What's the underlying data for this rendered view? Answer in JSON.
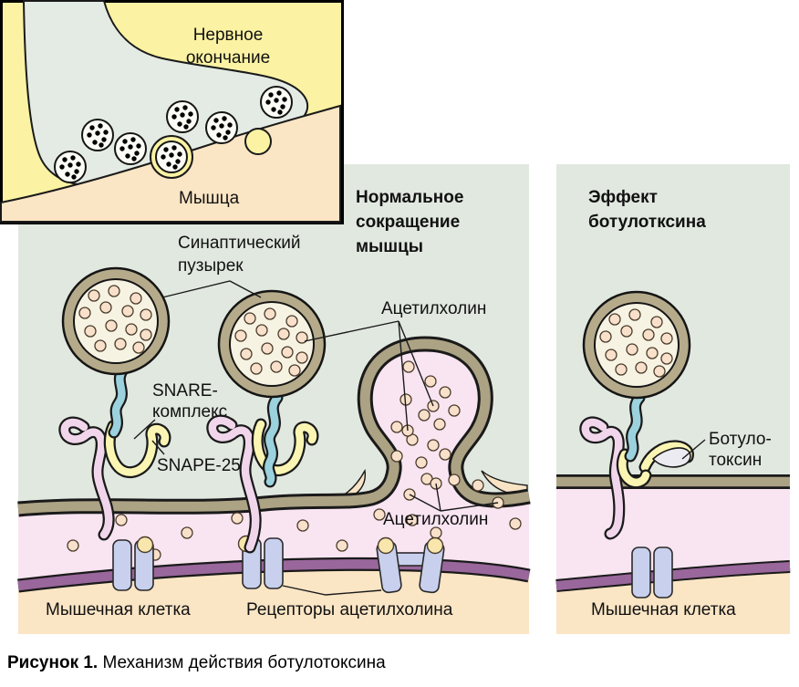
{
  "inset": {
    "nerve_label_line1": "Нервное",
    "nerve_label_line2": "окончание",
    "muscle_label": "Мышца"
  },
  "left_panel": {
    "title_line1": "Нормальное",
    "title_line2": "сокращение",
    "title_line3": "мышцы",
    "labels": {
      "synaptic_vesicle_line1": "Синаптический",
      "synaptic_vesicle_line2": "пузырек",
      "acetylcholine_top": "Ацетилхолин",
      "snare_line1": "SNARE-",
      "snare_line2": "комплекс",
      "snap25": "SNAPE-25",
      "acetylcholine_bottom": "Ацетилхолин",
      "muscle_cell": "Мышечная клетка",
      "receptors": "Рецепторы ацетилхолина"
    }
  },
  "right_panel": {
    "title_line1": "Эффект",
    "title_line2": "ботулотксина",
    "labels": {
      "botulotoxin_line1": "Ботуло-",
      "botulotoxin_line2": "токсин",
      "muscle_cell": "Мышечная клетка"
    }
  },
  "figure_caption": {
    "number": "Рисунок 1.",
    "text": " Механизм действия ботулотоксина"
  },
  "colors": {
    "panel_bg": "#E1E8E0",
    "inset_bg": "#FBF2A3",
    "nerve_fill": "#E4EBE4",
    "muscle_fill": "#FAE5C5",
    "synaptic_cleft_pink": "#F9E4F1",
    "vesicle_border_tan": "#B5AB8B",
    "vesicle_fill": "#F7F3E3",
    "acetylcholine_dot": "#F8E0CA",
    "membrane_tan": "#ACA284",
    "muscle_membrane_purple": "#99679B",
    "receptor_blue": "#C8D0EE",
    "receptor_ball": "#F9E6AC",
    "snare_blue": "#9BD2DE",
    "snare_pink": "#F1D6EB",
    "snap25_yellow": "#FAF5B2",
    "toxin_fill": "#EBEBF1",
    "outline": "#1A1A1A"
  }
}
